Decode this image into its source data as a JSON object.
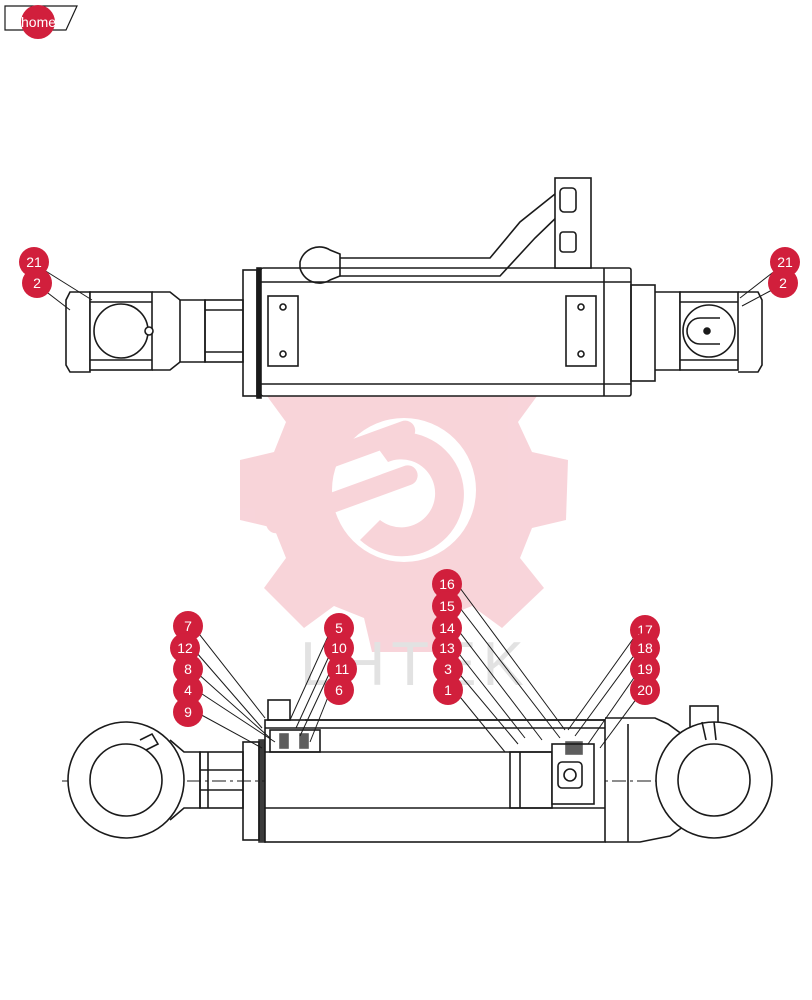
{
  "nav": {
    "home_label": "home"
  },
  "colors": {
    "callout": "#d11f3c",
    "line": "#1a1a1a",
    "watermark": "#f6c9cf"
  },
  "watermark_text": "LHTEK",
  "callouts_top": [
    {
      "label": "21"
    },
    {
      "label": "2"
    },
    {
      "label": "21"
    },
    {
      "label": "2"
    }
  ],
  "callouts_bottom": [
    {
      "label": "7"
    },
    {
      "label": "12"
    },
    {
      "label": "8"
    },
    {
      "label": "4"
    },
    {
      "label": "9"
    },
    {
      "label": "5"
    },
    {
      "label": "10"
    },
    {
      "label": "11"
    },
    {
      "label": "6"
    },
    {
      "label": "16"
    },
    {
      "label": "15"
    },
    {
      "label": "14"
    },
    {
      "label": "13"
    },
    {
      "label": "3"
    },
    {
      "label": "1"
    },
    {
      "label": "17"
    },
    {
      "label": "18"
    },
    {
      "label": "19"
    },
    {
      "label": "20"
    }
  ]
}
